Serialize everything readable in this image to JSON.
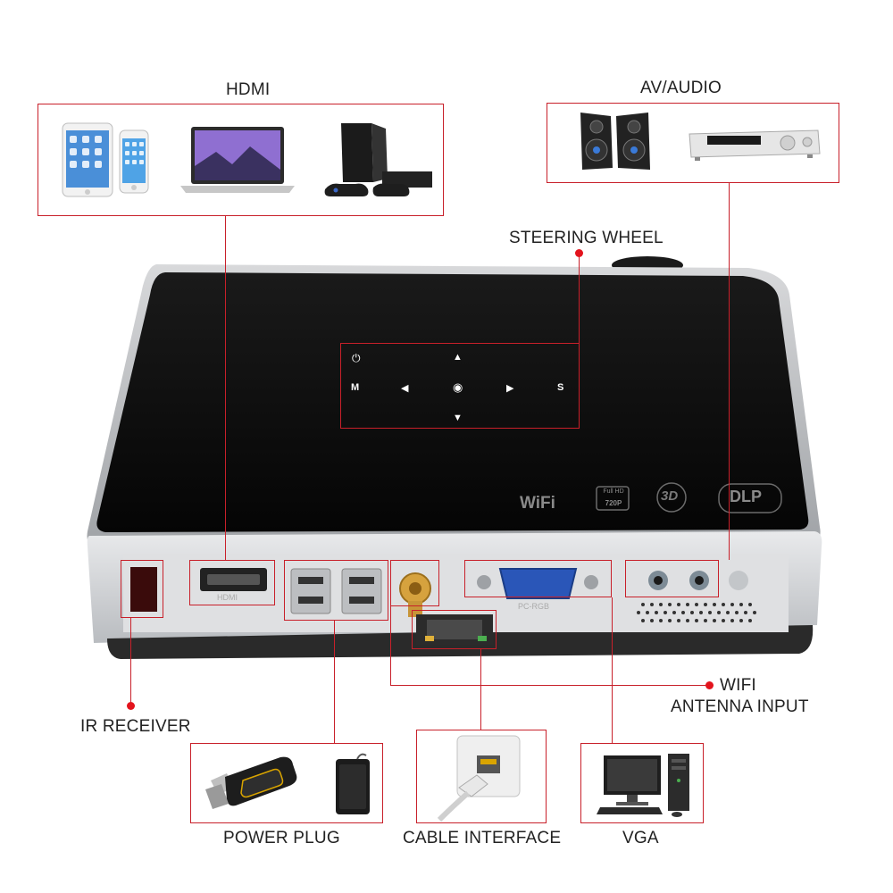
{
  "labels": {
    "hdmi": "HDMI",
    "av_audio": "AV/AUDIO",
    "steering_wheel": "STEERING WHEEL",
    "ir_receiver": "IR RECEIVER",
    "wifi_antenna_line1": "WIFI",
    "wifi_antenna_line2": "ANTENNA INPUT",
    "power_plug": "POWER PLUG",
    "cable_interface": "CABLE INTERFACE",
    "vga": "VGA"
  },
  "projector": {
    "keypad": {
      "power": "⏻",
      "up": "▲",
      "menu": "M",
      "left": "◀",
      "ok": "◉",
      "right": "▶",
      "source": "S",
      "down": "▼"
    },
    "badges": {
      "wifi": "WiFi",
      "hd_top": "Full HD",
      "hd_bottom": "720P",
      "three_d": "3D",
      "dlp": "DLP"
    },
    "port_labels": {
      "hdmi": "HDMI",
      "vga": "PC-RGB"
    }
  },
  "icons": {
    "hdmi_devices": [
      "tablet-icon",
      "phone-icon",
      "laptop-icon",
      "game-console-icon"
    ],
    "av_devices": [
      "speaker-icon",
      "av-receiver-icon"
    ],
    "power_devices": [
      "usb-flash-drive-icon",
      "external-hard-drive-icon"
    ],
    "cable_devices": [
      "ethernet-cable-icon"
    ],
    "vga_devices": [
      "desktop-computer-icon"
    ]
  },
  "colors": {
    "accent": "#c8202a",
    "dot": "#e3141d",
    "projector_top": "#0b0b0b",
    "projector_body": "#cfd1d4"
  }
}
